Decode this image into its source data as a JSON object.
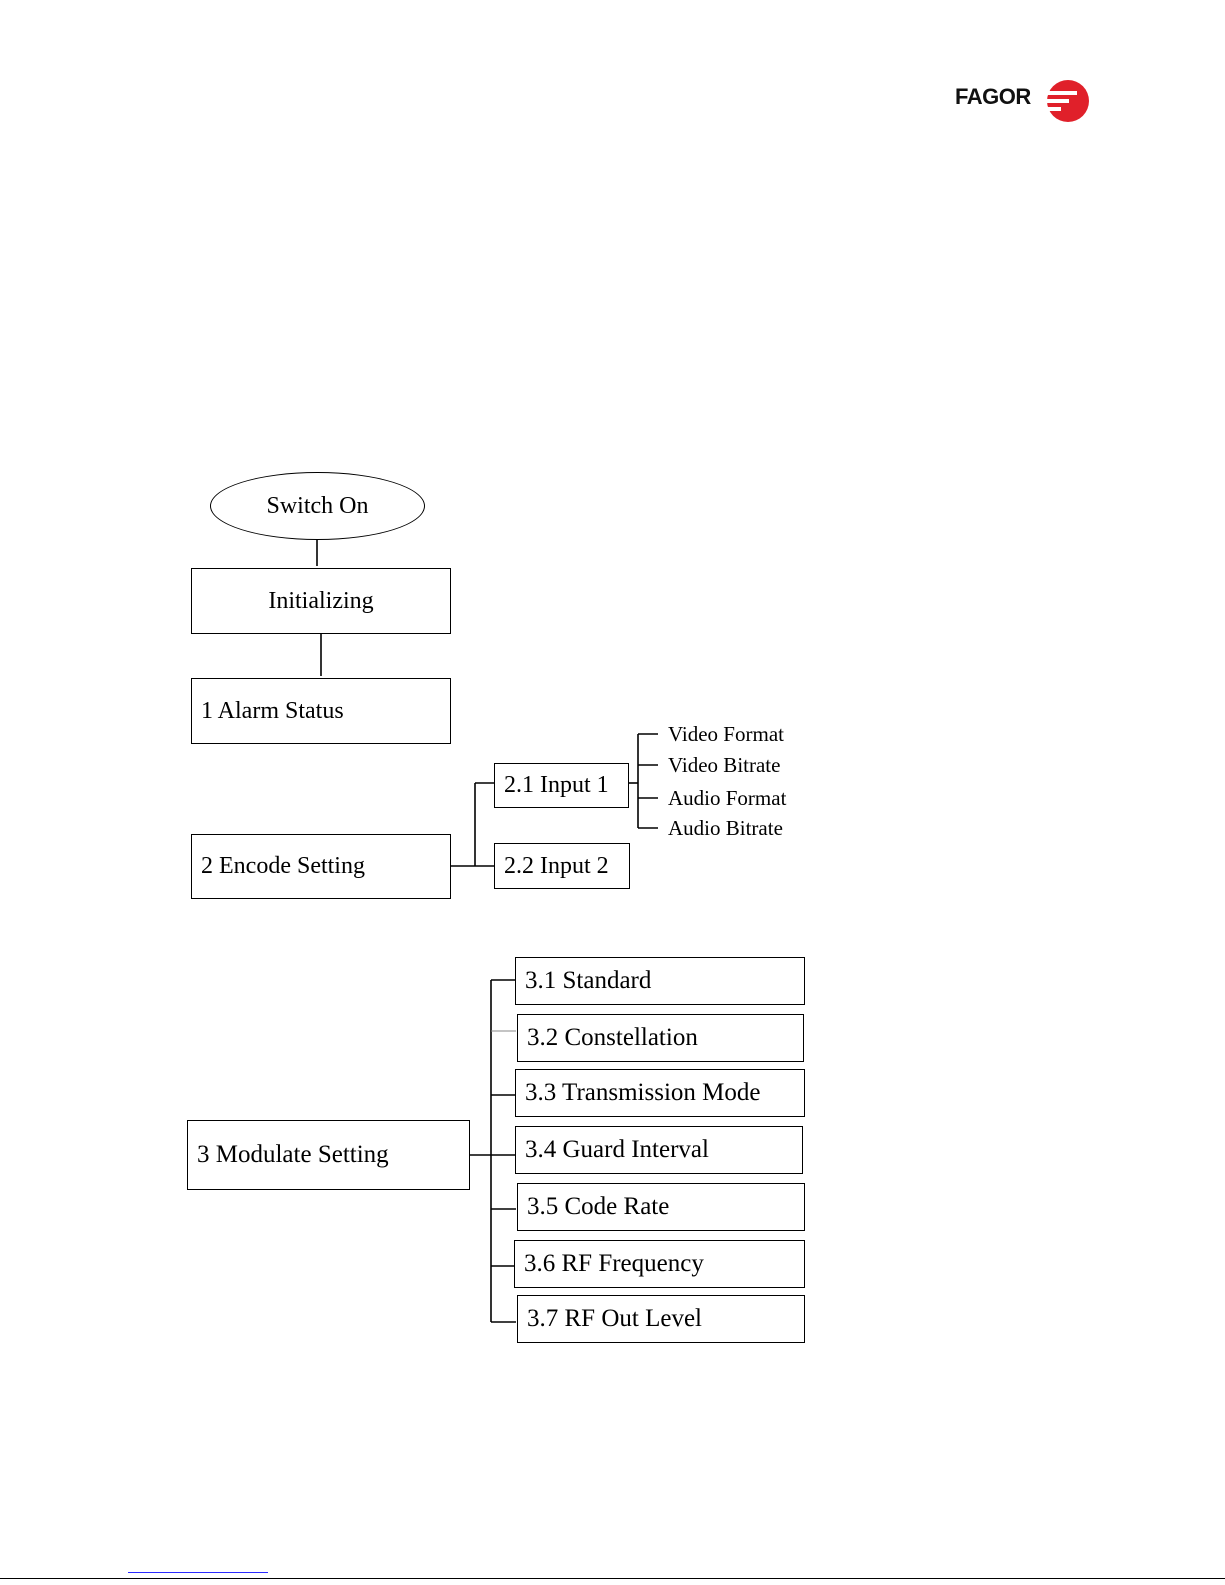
{
  "header": {
    "logo_text": "FAGOR",
    "logo_color": "#e0202a"
  },
  "diagram": {
    "start": "Switch On",
    "init": "Initializing",
    "menu1": "1 Alarm Status",
    "menu2": {
      "label": "2 Encode Setting",
      "input1": "2.1 Input 1",
      "input2": "2.2 Input 2",
      "input1_items": [
        "Video Format",
        "Video Bitrate",
        "Audio Format",
        "Audio Bitrate"
      ]
    },
    "menu3": {
      "label": "3 Modulate Setting",
      "items": [
        "3.1 Standard",
        "3.2 Constellation",
        "3.3 Transmission Mode",
        "3.4 Guard Interval",
        "3.5 Code Rate",
        "3.6 RF Frequency",
        "3.7 RF Out Level"
      ]
    }
  }
}
